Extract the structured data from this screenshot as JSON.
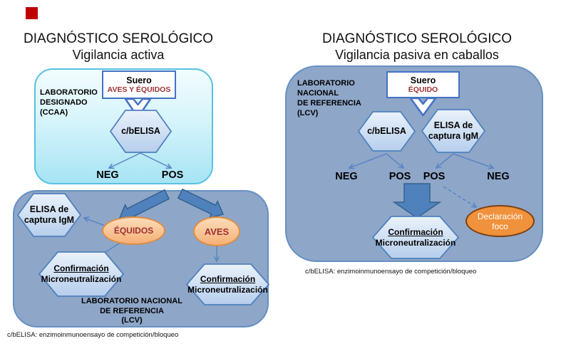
{
  "colors": {
    "marker_red": "#C00000",
    "container_blue": "#8EA6C8",
    "container_cyan_top": "#F2FCFE",
    "container_cyan_bottom": "#A6E4F4",
    "hexagon_fill_top": "#EAF2FB",
    "hexagon_fill_bottom": "#B6CEEC",
    "hexagon_border": "#4F81BD",
    "thick_arrow_blue": "#4F81BD",
    "thin_arrow_blue": "#5C85C4",
    "suero_border_blue": "#4472C4",
    "accent_red_text": "#9E3132",
    "ellipse_orange": "#F5B077",
    "ellipse_orange_border": "#DE8D42",
    "declaracion_orange": "#F0913B",
    "declaracion_border": "#7C4013"
  },
  "left": {
    "title": "DIAGNÓSTICO SEROLÓGICO",
    "subtitle": "Vigilancia activa",
    "lab_designado": "LABORATORIO\nDESIGNADO\n(CCAA)",
    "suero": {
      "line1": "Suero",
      "line2": "AVES Y ÉQUIDOS"
    },
    "belisa": "c/bELISA",
    "neg": "NEG",
    "pos": "POS",
    "elisa_igm": "ELISA de\ncaptura IgM",
    "equidos": "ÉQUIDOS",
    "aves": "AVES",
    "confirm1": {
      "title": "Confirmación",
      "sub": "Microneutralización"
    },
    "confirm2": {
      "title": "Confirmación",
      "sub": "Microneutralización"
    },
    "lab_nacional": "LABORATORIO NACIONAL\nDE REFERENCIA\n(LCV)",
    "footnote": "c/bELISA: enzimoinmunoensayo de competición/bloqueo"
  },
  "right": {
    "title": "DIAGNÓSTICO SEROLÓGICO",
    "subtitle": "Vigilancia pasiva en caballos",
    "lab_nacional": "LABORATORIO\nNACIONAL\nDE REFERENCIA\n(LCV)",
    "suero": {
      "line1": "Suero",
      "line2": "ÉQUIDO"
    },
    "belisa": "c/bELISA",
    "elisa_igm": "ELISA de\ncaptura IgM",
    "neg1": "NEG",
    "pos1": "POS",
    "pos2": "POS",
    "neg2": "NEG",
    "confirm": {
      "title": "Confirmación",
      "sub": "Microneutralización"
    },
    "declaracion": "Declaración\nfoco",
    "footnote": "c/bELISA: enzimoinmunoensayo de competición/bloqueo"
  }
}
